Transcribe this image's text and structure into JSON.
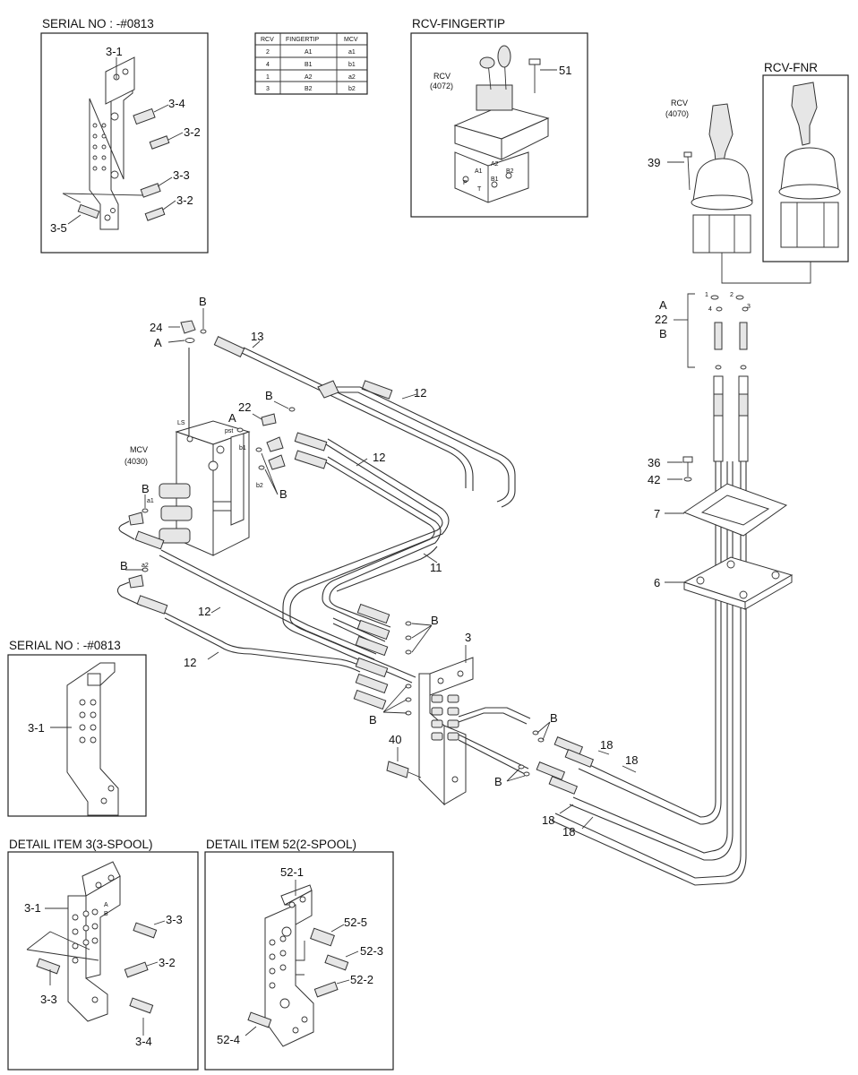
{
  "insets": {
    "serial_top": {
      "title": "SERIAL NO : -#0813",
      "labels": [
        "3-1",
        "3-4",
        "3-2",
        "3-3",
        "3-2",
        "3-5"
      ]
    },
    "serial_left": {
      "title": "SERIAL NO : -#0813",
      "labels": [
        "3-1"
      ]
    },
    "detail3": {
      "title": "DETAIL ITEM 3(3-SPOOL)",
      "labels": [
        "3-1",
        "3-3",
        "3-2",
        "3-3",
        "3-4"
      ],
      "ports": [
        "A",
        "B"
      ]
    },
    "detail52": {
      "title": "DETAIL ITEM 52(2-SPOOL)",
      "labels": [
        "52-1",
        "52-5",
        "52-3",
        "52-2",
        "52-4"
      ]
    },
    "fingertip": {
      "title": "RCV-FINGERTIP",
      "rcv_name": "RCV",
      "rcv_code": "(4072)",
      "item": "51",
      "ports": [
        "A2",
        "B2",
        "A1",
        "B1",
        "P",
        "T"
      ]
    },
    "fnr": {
      "title": "RCV-FNR"
    }
  },
  "port_table": {
    "headers": [
      "RCV",
      "FINGERTIP",
      "MCV"
    ],
    "rows": [
      [
        "2",
        "A1",
        "a1"
      ],
      [
        "4",
        "B1",
        "b1"
      ],
      [
        "1",
        "A2",
        "a2"
      ],
      [
        "3",
        "B2",
        "b2"
      ]
    ]
  },
  "main": {
    "rcv_name": "RCV",
    "rcv_code": "(4070)",
    "mcv_name": "MCV",
    "mcv_code": "(4030)",
    "mcv_ports": {
      "ls": "LS",
      "pst": "pst",
      "a1": "a1",
      "b1": "b1",
      "b2": "b2",
      "a2": "a2"
    },
    "rcv_ports": [
      "1",
      "2",
      "4",
      "3"
    ],
    "items": {
      "i39": "39",
      "i36": "36",
      "i42": "42",
      "i7": "7",
      "i6": "6",
      "i24": "24",
      "i13": "13",
      "i22a": "22",
      "i22b": "22",
      "i12a": "12",
      "i12b": "12",
      "i12c": "12",
      "i12d": "12",
      "i11": "11",
      "i3": "3",
      "i40": "40",
      "i18a": "18",
      "i18b": "18",
      "i18c": "18",
      "i18d": "18"
    },
    "markers": {
      "A": "A",
      "B": "B"
    }
  }
}
